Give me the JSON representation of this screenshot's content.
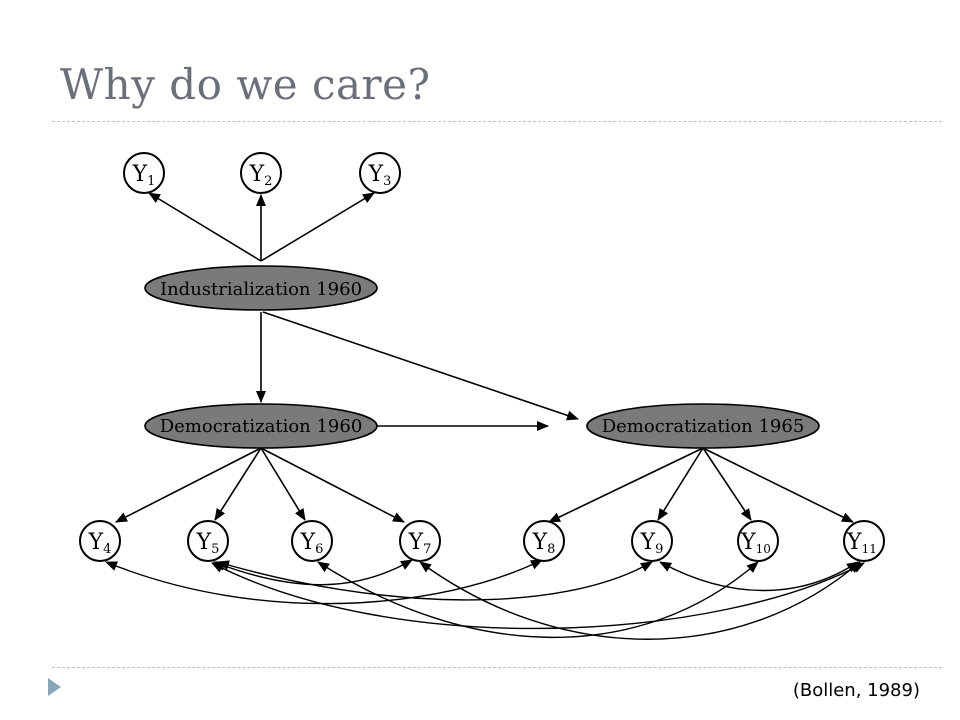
{
  "title": "Why do we care?",
  "citation": "(Bollen, 1989)",
  "colors": {
    "latent_fill": "#7a7a7a",
    "title": "#6b6f7a",
    "rule": "#b7c3cc",
    "bullet": "#8aa4b8"
  },
  "nodes": {
    "y1": {
      "base": "Y",
      "sub": "1"
    },
    "y2": {
      "base": "Y",
      "sub": "2"
    },
    "y3": {
      "base": "Y",
      "sub": "3"
    },
    "y4": {
      "base": "Y",
      "sub": "4"
    },
    "y5": {
      "base": "Y",
      "sub": "5"
    },
    "y6": {
      "base": "Y",
      "sub": "6"
    },
    "y7": {
      "base": "Y",
      "sub": "7"
    },
    "y8": {
      "base": "Y",
      "sub": "8"
    },
    "y9": {
      "base": "Y",
      "sub": "9"
    },
    "y10": {
      "base": "Y",
      "sub": "10"
    },
    "y11": {
      "base": "Y",
      "sub": "11"
    },
    "ind60": {
      "label": "Industrialization 1960"
    },
    "dem60": {
      "label": "Democratization 1960"
    },
    "dem65": {
      "label": "Democratization 1965"
    }
  },
  "paths": [
    {
      "from": "ind60",
      "to": "y1"
    },
    {
      "from": "ind60",
      "to": "y2"
    },
    {
      "from": "ind60",
      "to": "y3"
    },
    {
      "from": "ind60",
      "to": "dem60"
    },
    {
      "from": "ind60",
      "to": "dem65"
    },
    {
      "from": "dem60",
      "to": "dem65"
    },
    {
      "from": "dem60",
      "to": "y4"
    },
    {
      "from": "dem60",
      "to": "y5"
    },
    {
      "from": "dem60",
      "to": "y6"
    },
    {
      "from": "dem60",
      "to": "y7"
    },
    {
      "from": "dem65",
      "to": "y8"
    },
    {
      "from": "dem65",
      "to": "y9"
    },
    {
      "from": "dem65",
      "to": "y10"
    },
    {
      "from": "dem65",
      "to": "y11"
    }
  ],
  "correlations": [
    {
      "a": "y4",
      "b": "y8"
    },
    {
      "a": "y5",
      "b": "y7"
    },
    {
      "a": "y5",
      "b": "y9"
    },
    {
      "a": "y6",
      "b": "y10"
    },
    {
      "a": "y7",
      "b": "y11"
    },
    {
      "a": "y9",
      "b": "y11"
    },
    {
      "a": "y5",
      "b": "y11"
    }
  ]
}
